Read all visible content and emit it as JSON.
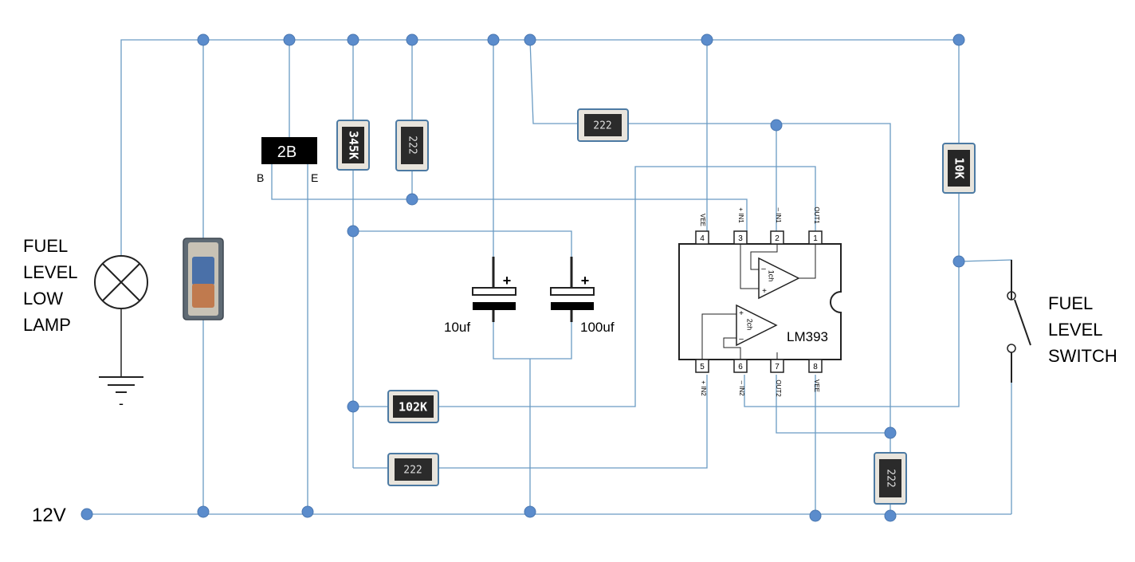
{
  "labels": {
    "supply": "12V",
    "lamp_lines": [
      "FUEL",
      "LEVEL",
      "LOW",
      "LAMP"
    ],
    "ground_minus": "-",
    "switch_lines": [
      "FUEL",
      "LEVEL",
      "SWITCH"
    ],
    "transistor_code": "2B",
    "transistor_base": "B",
    "transistor_emitter": "E",
    "cap1_value": "10uf",
    "cap2_value": "100uf",
    "cap_plus": "+",
    "ic_name": "LM393",
    "r_345k": "345K",
    "r_10k": "10K",
    "r_102k": "102K",
    "r_222": "222"
  },
  "ic_pins": {
    "top_numbers": [
      "4",
      "3",
      "2",
      "1"
    ],
    "top_labels": [
      "VEE",
      "+ IN1",
      "– IN1",
      "OUT1"
    ],
    "bottom_numbers": [
      "5",
      "6",
      "7",
      "8"
    ],
    "bottom_labels": [
      "+ IN2",
      "– IN2",
      "OUT2",
      "VEE"
    ],
    "opamp1": "1ch",
    "opamp2": "2ch",
    "op_minus": "–",
    "op_plus": "+"
  },
  "colors": {
    "wire": "#6a9bc3",
    "node": "#5b8ccc",
    "resistor_body": "#2b2b2b",
    "resistor_frame": "#4c7aa3"
  }
}
